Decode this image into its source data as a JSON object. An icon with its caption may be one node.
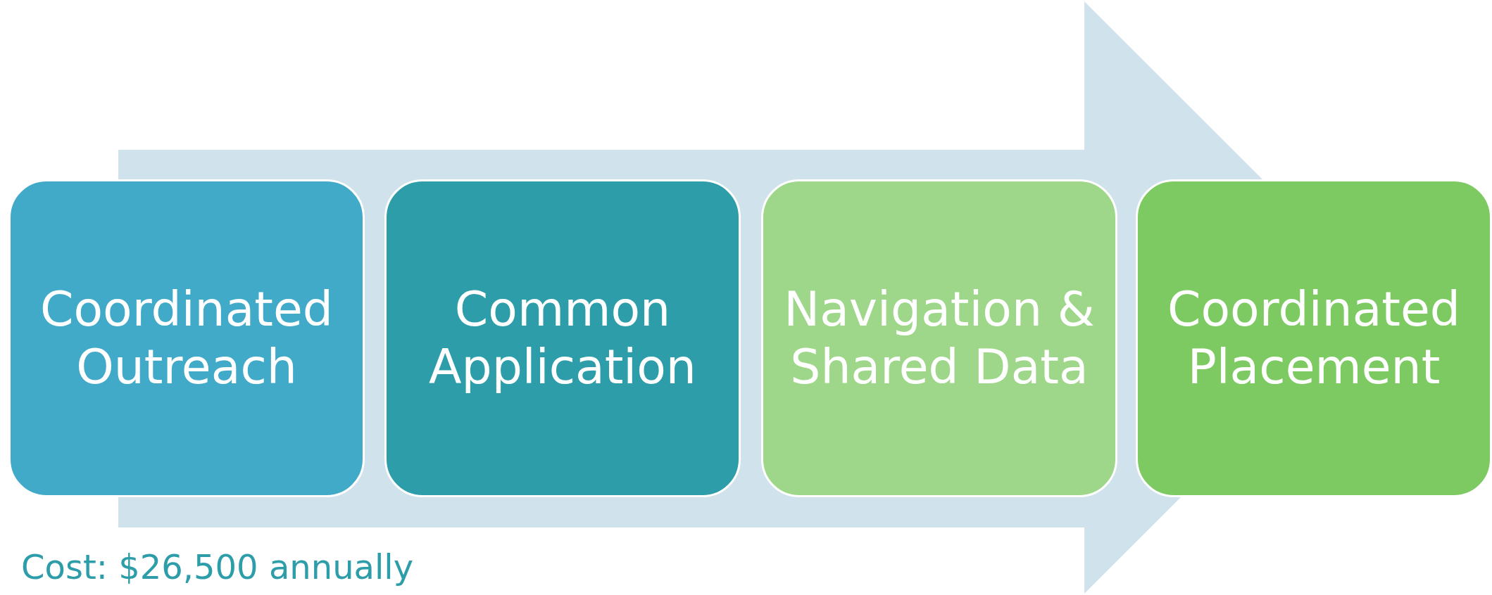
{
  "diagram": {
    "nodes": [
      {
        "text": [
          "Coordinated Outreach"
        ]
      },
      {
        "text": [
          "Common Application"
        ]
      },
      {
        "text": [
          "Navigation & Shared Data"
        ]
      },
      {
        "text": [
          "Coordinated Placement"
        ]
      }
    ],
    "edges": [
      {
        "from": 0,
        "to": 3,
        "arrow": "to"
      }
    ],
    "labels": [
      "Cost: $26,500 annually"
    ]
  }
}
